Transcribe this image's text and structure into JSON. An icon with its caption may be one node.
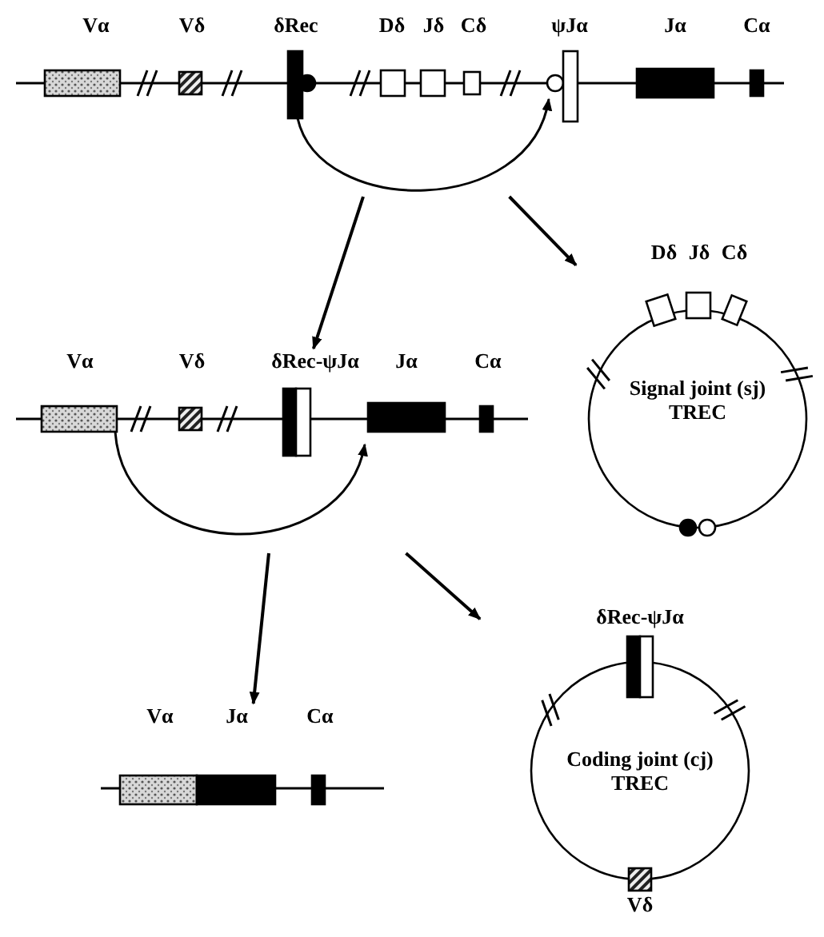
{
  "diagram": {
    "nodes": [
      {
        "text": [
          "Vα",
          "Vδ",
          "δRec",
          "Dδ",
          "Jδ",
          "Cδ",
          "ψJα",
          "Jα",
          "Cα"
        ]
      },
      {
        "text": [
          "Dδ",
          "Jδ",
          "Cδ",
          "Signal joint (sj) TREC"
        ]
      },
      {
        "text": [
          "Vα",
          "Vδ",
          "δRec-ψJα",
          "Jα",
          "Cα"
        ]
      },
      {
        "text": [
          "δRec-ψJα",
          "Coding joint (cj) TREC",
          "Vδ"
        ]
      },
      {
        "text": [
          "Vα",
          "Jα",
          "Cα"
        ]
      }
    ],
    "edges": [
      {
        "from": 0,
        "to": 2,
        "arrow": "to"
      },
      {
        "from": 0,
        "to": 1,
        "arrow": "to"
      },
      {
        "from": 2,
        "to": 4,
        "arrow": "to"
      },
      {
        "from": 2,
        "to": 3,
        "arrow": "to"
      }
    ]
  }
}
